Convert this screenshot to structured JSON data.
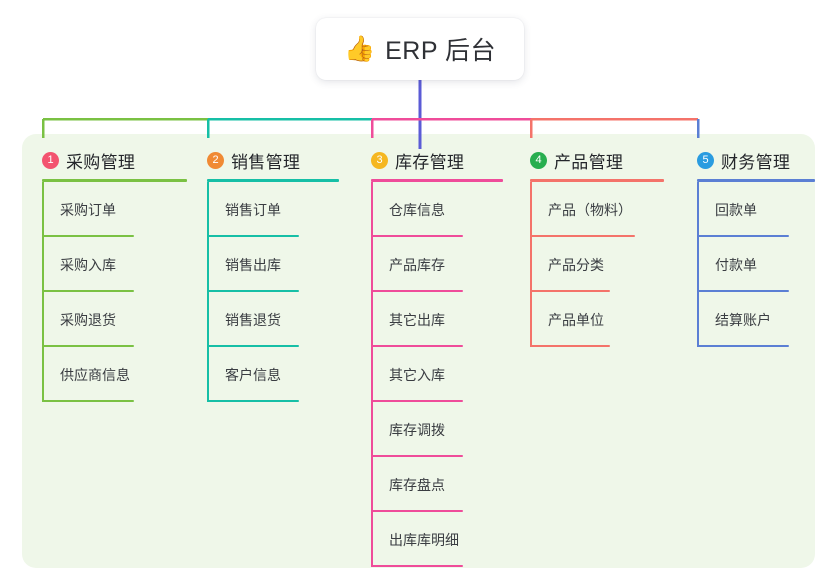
{
  "root": {
    "icon": "thumbs-up-icon",
    "emoji": "👍",
    "title": "ERP 后台"
  },
  "colors": {
    "panel_background": "#eff7e9",
    "page_background": "#ffffff",
    "trunk": "#5b5bd6",
    "branch_1": "#7ac143",
    "branch_2": "#16bfa6",
    "branch_3": "#ef4c9a",
    "branch_4": "#f4736a",
    "branch_5": "#5b7fd4",
    "badge_1": "#f3536f",
    "badge_2": "#f08a34",
    "badge_3": "#f5b721",
    "badge_4": "#27ae4f",
    "badge_5": "#2a9ce0",
    "text": "#24262b",
    "leaf_text": "#3a3d42"
  },
  "branches": [
    {
      "number": "1",
      "title": "采购管理",
      "badge_color": "#f3536f",
      "line_color": "#7ac143",
      "items": [
        {
          "label": "采购订单"
        },
        {
          "label": "采购入库"
        },
        {
          "label": "采购退货"
        },
        {
          "label": "供应商信息"
        }
      ]
    },
    {
      "number": "2",
      "title": "销售管理",
      "badge_color": "#f08a34",
      "line_color": "#16bfa6",
      "items": [
        {
          "label": "销售订单"
        },
        {
          "label": "销售出库"
        },
        {
          "label": "销售退货"
        },
        {
          "label": "客户信息"
        }
      ]
    },
    {
      "number": "3",
      "title": "库存管理",
      "badge_color": "#f5b721",
      "line_color": "#ef4c9a",
      "items": [
        {
          "label": "仓库信息"
        },
        {
          "label": "产品库存"
        },
        {
          "label": "其它出库"
        },
        {
          "label": "其它入库"
        },
        {
          "label": "库存调拨"
        },
        {
          "label": "库存盘点"
        },
        {
          "label": "出库库明细"
        }
      ]
    },
    {
      "number": "4",
      "title": "产品管理",
      "badge_color": "#27ae4f",
      "line_color": "#f4736a",
      "items": [
        {
          "label": "产品（物料）"
        },
        {
          "label": "产品分类"
        },
        {
          "label": "产品单位"
        }
      ]
    },
    {
      "number": "5",
      "title": "财务管理",
      "badge_color": "#2a9ce0",
      "line_color": "#5b7fd4",
      "items": [
        {
          "label": "回款单"
        },
        {
          "label": "付款单"
        },
        {
          "label": "结算账户"
        }
      ]
    }
  ]
}
